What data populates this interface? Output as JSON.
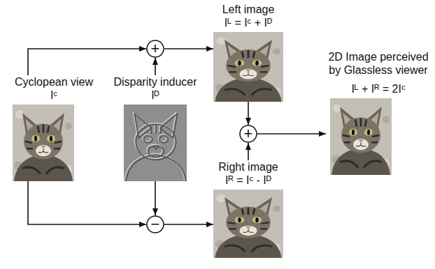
{
  "diagram": {
    "nodes": [
      {
        "text": [
          "Cyclopean view",
          "Iᶜ"
        ]
      },
      {
        "text": [
          "Disparity inducer",
          "Iᴰ"
        ]
      },
      {
        "text": [
          "+"
        ]
      },
      {
        "text": [
          "Left image",
          "Iᴸ = Iᶜ + Iᴰ"
        ]
      },
      {
        "text": [
          "−"
        ]
      },
      {
        "text": [
          "Right image",
          "Iᴿ = Iᶜ - Iᴰ"
        ]
      },
      {
        "text": [
          "+"
        ]
      },
      {
        "text": [
          "2D Image perceived by Glassless viewer",
          "Iᴸ + Iᴿ = 2Iᶜ"
        ]
      }
    ],
    "edges": [
      {
        "from": 0,
        "to": 2,
        "arrow": "to"
      },
      {
        "from": 1,
        "to": 2,
        "arrow": "to"
      },
      {
        "from": 2,
        "to": 3,
        "arrow": "to"
      },
      {
        "from": 0,
        "to": 4,
        "arrow": "to"
      },
      {
        "from": 1,
        "to": 4,
        "arrow": "to"
      },
      {
        "from": 4,
        "to": 5,
        "arrow": "to"
      },
      {
        "from": 3,
        "to": 6,
        "arrow": "to"
      },
      {
        "from": 5,
        "to": 6,
        "arrow": "to"
      },
      {
        "from": 6,
        "to": 7,
        "arrow": "to"
      }
    ]
  }
}
